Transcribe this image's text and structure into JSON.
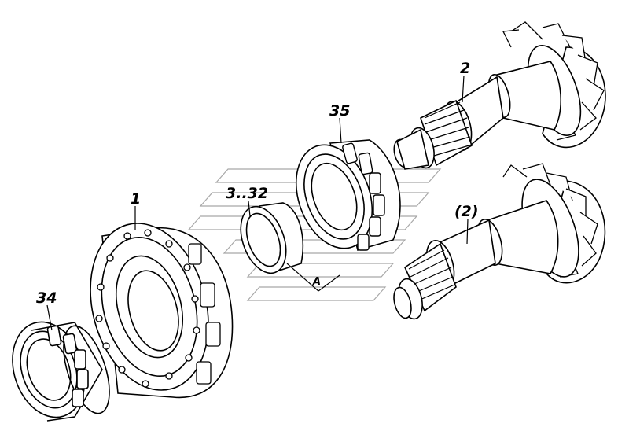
{
  "labels": {
    "p1": "1",
    "p2": "2",
    "p2alt": "(2)",
    "p3_32": "3..32",
    "p34": "34",
    "p35": "35",
    "view_marker": "A"
  },
  "colors": {
    "line": "#000000",
    "watermark": "#a8a8a8",
    "background": "#ffffff"
  }
}
